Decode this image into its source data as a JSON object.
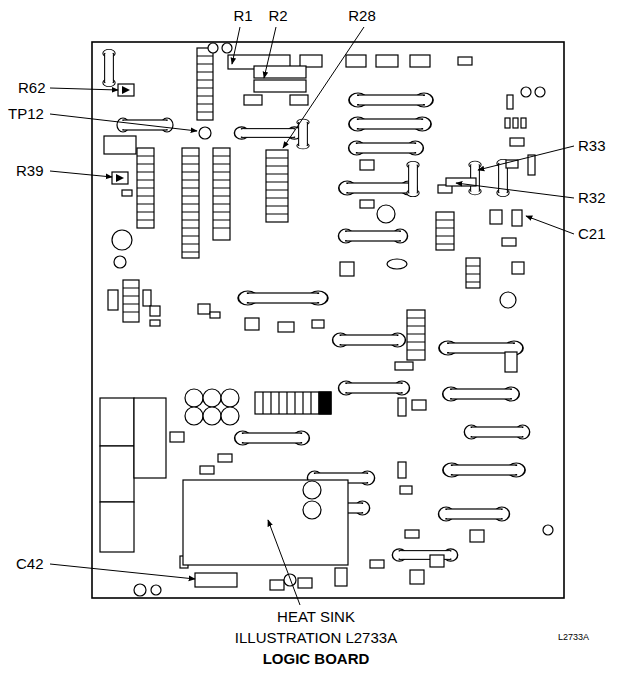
{
  "diagram": {
    "caption": "LOGIC BOARD",
    "labels": [
      "R1",
      "R2",
      "R28",
      "R62",
      "TP12",
      "R39",
      "R33",
      "R32",
      "C21",
      "C42",
      "HEAT SINK",
      "L2733A",
      "ILLUSTRATION L2733A"
    ]
  }
}
